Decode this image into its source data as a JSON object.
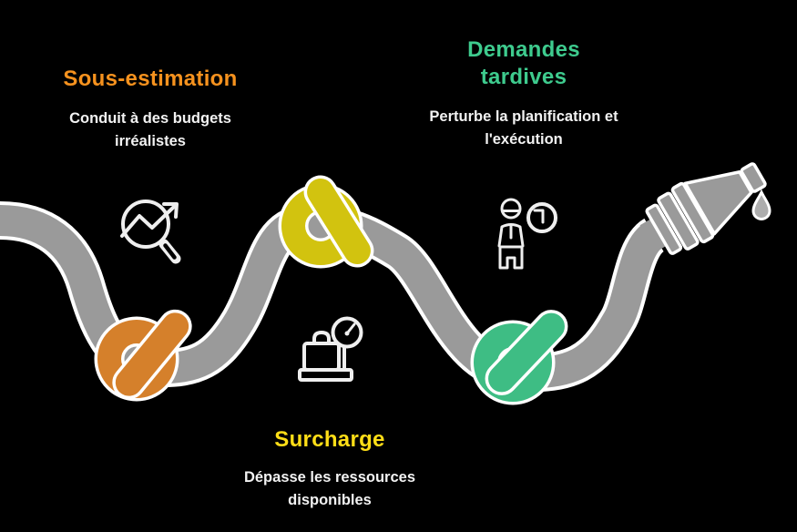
{
  "colors": {
    "background": "#000000",
    "hose": "#9A9A9A",
    "hose_outline": "#FFFFFF",
    "orange_accent": "#F6921E",
    "yellow_accent": "#FFDE17",
    "green_accent": "#3ECB8E",
    "orange_knot": "#D5802B",
    "yellow_knot": "#D2C30F",
    "green_knot": "#3EBD84",
    "icon": "#EFEFEF",
    "text": "#F2F2F2"
  },
  "items": [
    {
      "id": "sous-estimation",
      "title": "Sous-estimation",
      "description": "Conduit à des budgets irréalistes",
      "accent": "#F6921E",
      "icon": "trend-magnifier-icon",
      "knot": "orange-knot"
    },
    {
      "id": "surcharge",
      "title": "Surcharge",
      "description": "Dépasse les ressources disponibles",
      "accent": "#FFDE17",
      "icon": "luggage-scale-icon",
      "knot": "yellow-knot"
    },
    {
      "id": "demandes-tardives",
      "title": "Demandes tardives",
      "description": "Perturbe la planification et l'exécution",
      "accent": "#3ECB8E",
      "icon": "person-clock-icon",
      "knot": "green-knot"
    }
  ]
}
